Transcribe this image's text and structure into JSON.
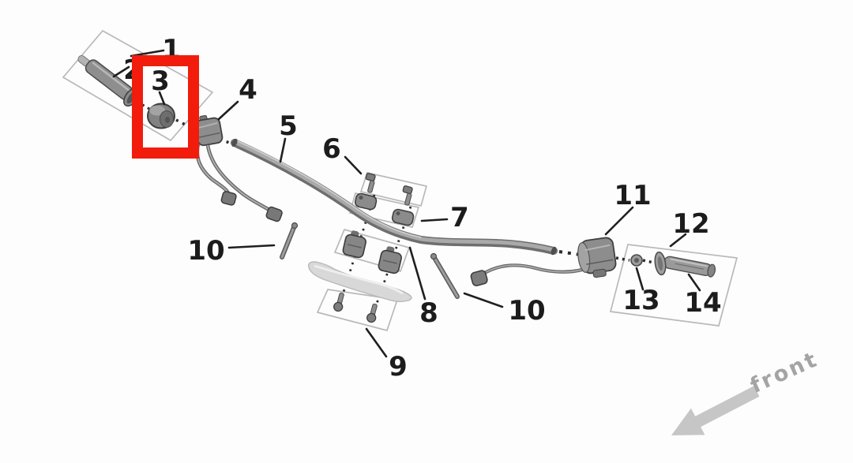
{
  "diagram": {
    "kind": "exploded-parts-diagram",
    "subject": "handlebar assembly",
    "front_label": "front",
    "highlight": {
      "highlighted_callout": "3",
      "color": "#f11c0c"
    },
    "callouts": [
      {
        "part": "1"
      },
      {
        "part": "2"
      },
      {
        "part": "3"
      },
      {
        "part": "4"
      },
      {
        "part": "5"
      },
      {
        "part": "6"
      },
      {
        "part": "7"
      },
      {
        "part": "8"
      },
      {
        "part": "9"
      },
      {
        "part": "10"
      },
      {
        "part": "11"
      },
      {
        "part": "12"
      },
      {
        "part": "13"
      },
      {
        "part": "14"
      }
    ],
    "colors": {
      "background": "#fdfdfd",
      "part_fill": "#8d8d8d",
      "part_outline": "#414141",
      "group_box_outline": "#b9b9b9",
      "label_text": "#1c1c1c",
      "front_gray": "#a4a4a4",
      "bridge_fill": "#d8d8d8",
      "highlight_red": "#f11c0c"
    }
  }
}
